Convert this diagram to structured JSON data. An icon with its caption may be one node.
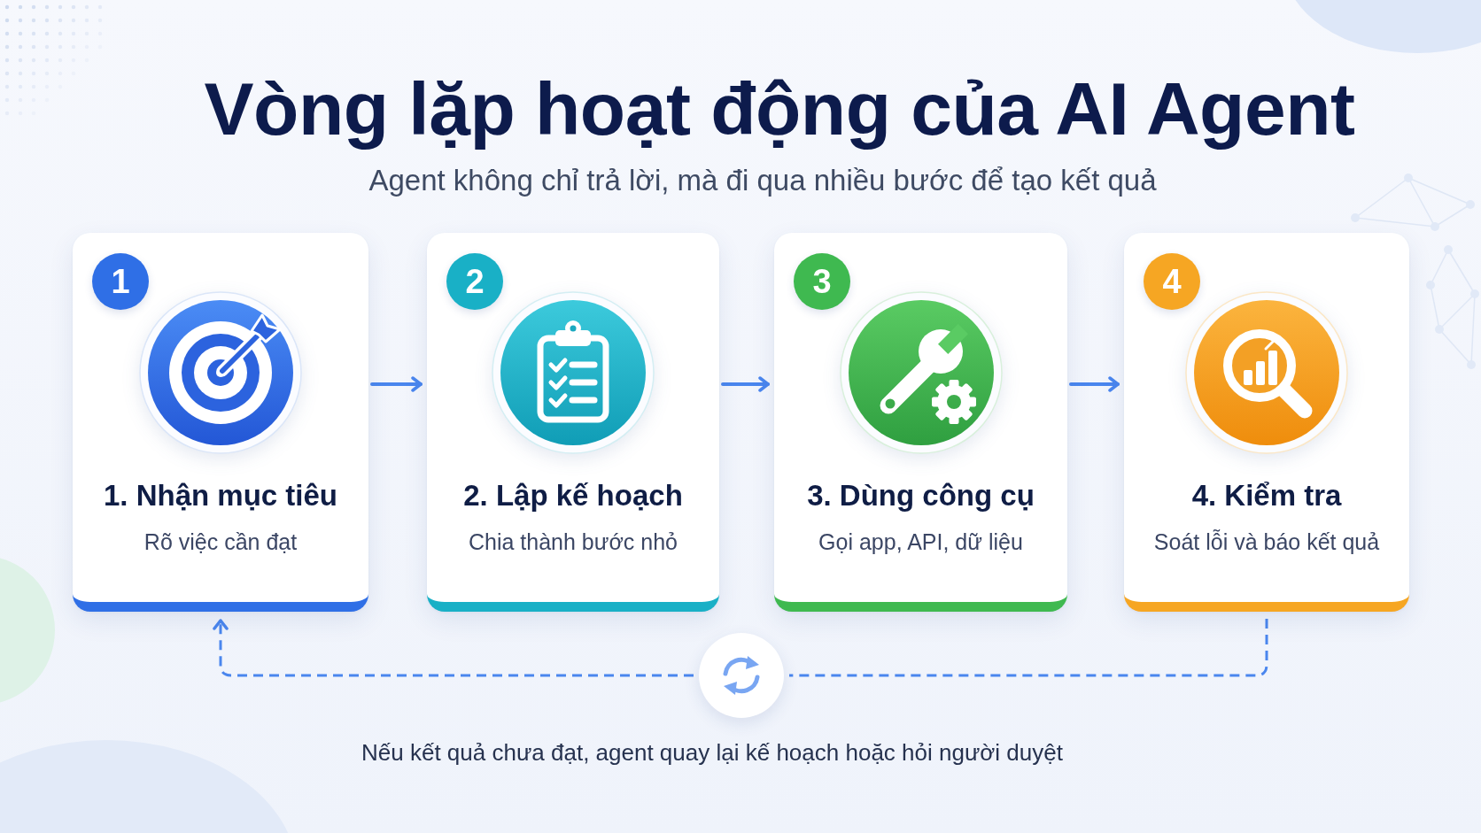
{
  "diagram": {
    "title": "Vòng lặp hoạt động của AI Agent",
    "caption": "Nếu kết quả chưa đạt, agent quay lại kế hoạch hoặc hỏi người duyệt",
    "nodes": [
      {
        "text": [
          "1. Nhận mục tiêu",
          "Rõ việc cần đạt"
        ]
      },
      {
        "text": [
          "1"
        ],
        "in": 0
      },
      {
        "text": [
          "2. Lập kế hoạch",
          "Chia thành bước nhỏ"
        ]
      },
      {
        "text": [
          "2"
        ],
        "in": 2
      },
      {
        "text": [
          "3. Dùng công cụ",
          "Gọi app, API, dữ liệu"
        ]
      },
      {
        "text": [
          "3"
        ],
        "in": 4
      },
      {
        "text": [
          "4. Kiểm tra",
          "Soát lỗi và báo kết quả"
        ]
      },
      {
        "text": [
          "4"
        ],
        "in": 6
      },
      {
        "text": [],
        "shape": "circle"
      }
    ],
    "edges": [
      {
        "from": 0,
        "to": 2,
        "arrow": "to"
      },
      {
        "from": 2,
        "to": 4,
        "arrow": "to"
      },
      {
        "from": 4,
        "to": 6,
        "arrow": "to"
      },
      {
        "from": 6,
        "to": 8,
        "arrow": "none",
        "style": "dashed"
      },
      {
        "from": 8,
        "to": 0,
        "arrow": "to",
        "style": "dashed"
      }
    ],
    "labels": [
      "Agent không chỉ trả lời, mà đi qua nhiều bước để tạo kết quả"
    ]
  }
}
